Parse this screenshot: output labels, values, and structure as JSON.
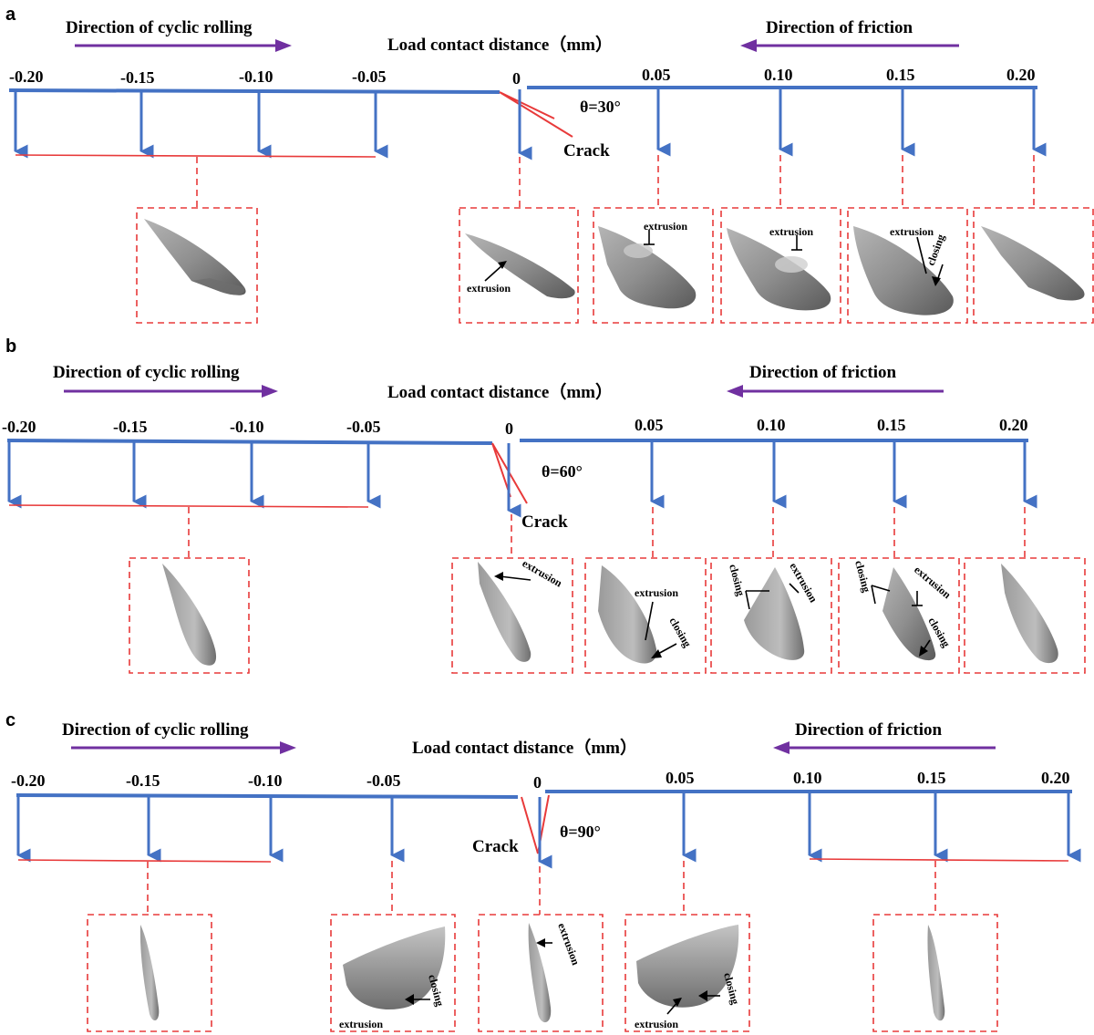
{
  "common": {
    "rolling_label": "Direction of cyclic rolling",
    "friction_label": "Direction of friction",
    "axis_title": "Load contact distance（mm）",
    "crack_label": "Crack"
  },
  "panels": [
    {
      "letter": "a",
      "angle": "θ=30°",
      "ticks": [
        "-0.20",
        "-0.15",
        "-0.10",
        "-0.05",
        "0",
        "0.05",
        "0.10",
        "0.15",
        "0.20"
      ],
      "annotations": [
        "extrusion",
        "extrusion",
        "extrusion",
        "extrusion",
        "closing"
      ]
    },
    {
      "letter": "b",
      "angle": "θ=60°",
      "ticks": [
        "-0.20",
        "-0.15",
        "-0.10",
        "-0.05",
        "0",
        "0.05",
        "0.10",
        "0.15",
        "0.20"
      ],
      "annotations": [
        "extrusion",
        "extrusion",
        "closing",
        "closing",
        "extrusion",
        "closing",
        "extrusion",
        "closing"
      ]
    },
    {
      "letter": "c",
      "angle": "θ=90°",
      "ticks": [
        "-0.20",
        "-0.15",
        "-0.10",
        "-0.05",
        "0",
        "0.05",
        "0.10",
        "0.15",
        "0.20"
      ],
      "annotations": [
        "closing",
        "extrusion",
        "extrusion",
        "closing",
        "extrusion"
      ]
    }
  ],
  "colors": {
    "axis_blue": "#4472c4",
    "arrow_purple": "#7030a0",
    "dash_red": "#e83a3a",
    "shape_gray": "#8c8c8c"
  }
}
